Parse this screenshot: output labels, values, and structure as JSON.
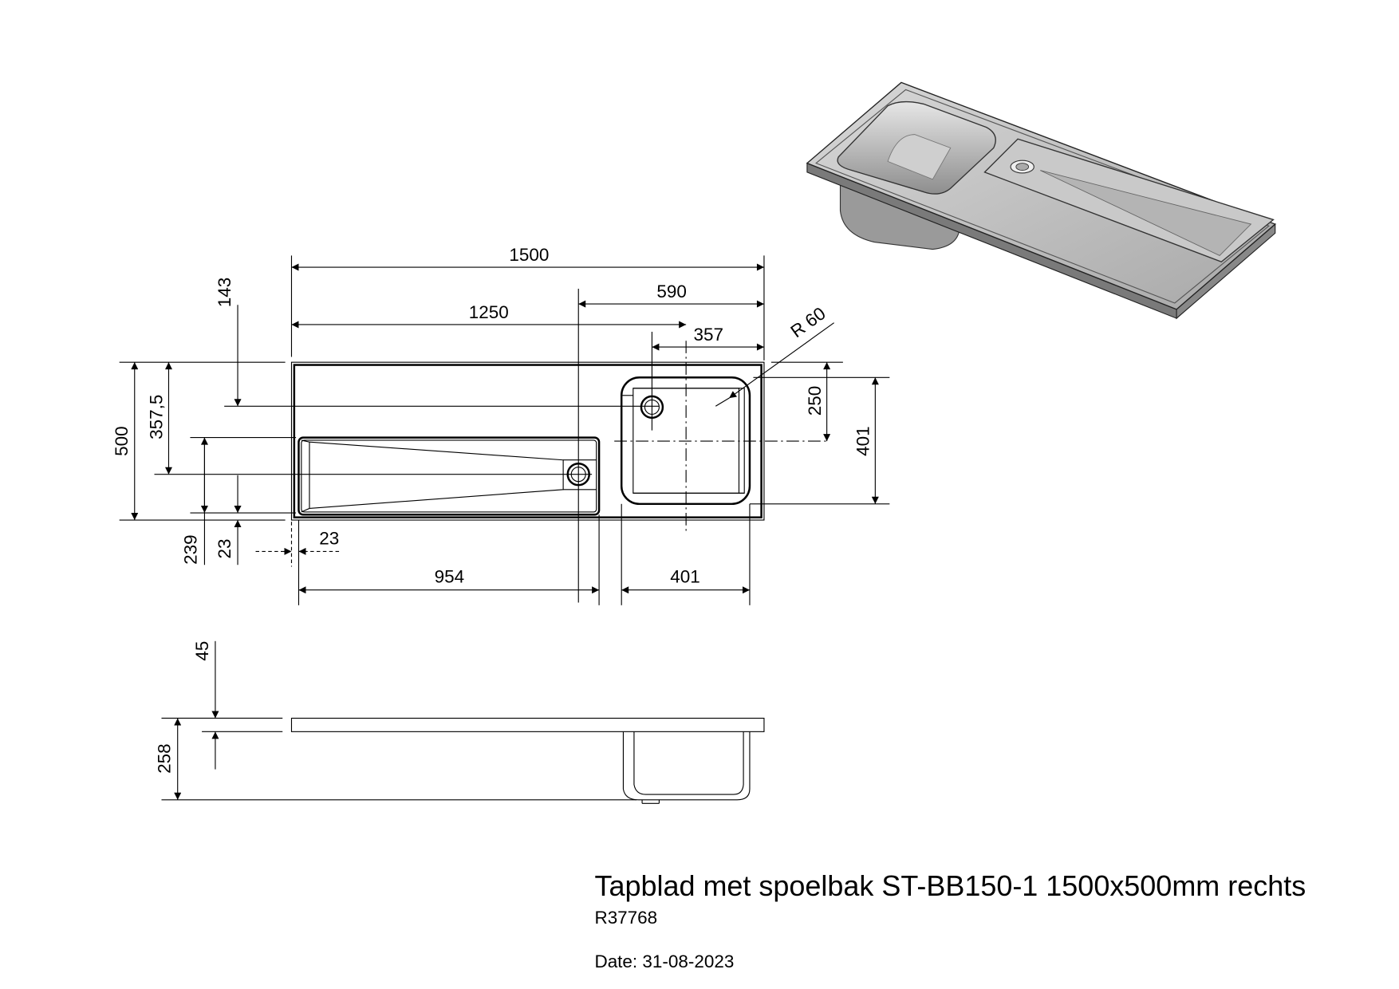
{
  "drawing": {
    "title": "Tapblad met spoelbak ST-BB150-1 1500x500mm rechts",
    "article_code": "R37768",
    "date": "Date: 31-08-2023"
  },
  "dimensions": {
    "total_length": "1500",
    "drain_offset": "1250",
    "bowl_center_offset": "590",
    "bowl_drain_offset": "357",
    "corner_radius": "R 60",
    "drain_from_top": "143",
    "total_depth": "500",
    "drainer_drain_from_top": "357,5",
    "drainer_width": "239",
    "bottom_margin": "23",
    "left_margin": "23",
    "drainer_length": "954",
    "bowl_length": "401",
    "bowl_center_from_top": "250",
    "bowl_width": "401",
    "top_thickness": "45",
    "total_height": "258"
  }
}
